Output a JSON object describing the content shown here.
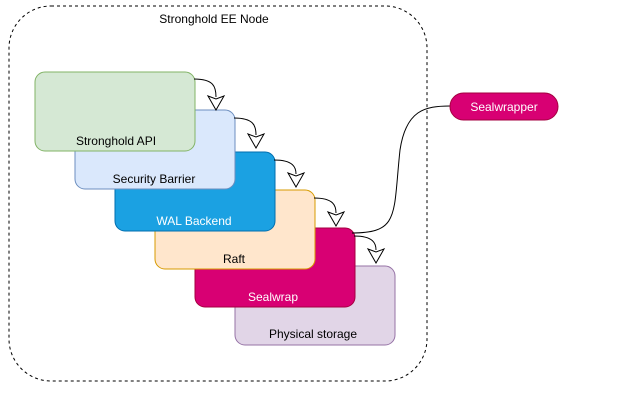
{
  "container": {
    "title": "Stronghold EE Node"
  },
  "layers": [
    {
      "label": "Stronghold API",
      "fill": "#d5e8d4",
      "stroke": "#82b366",
      "text_color": "#000000"
    },
    {
      "label": "Security Barrier",
      "fill": "#dae8fc",
      "stroke": "#6c8ebf",
      "text_color": "#000000"
    },
    {
      "label": "WAL Backend",
      "fill": "#1ba1e2",
      "stroke": "#006eaf",
      "text_color": "#ffffff"
    },
    {
      "label": "Raft",
      "fill": "#ffe6cc",
      "stroke": "#d79b00",
      "text_color": "#000000"
    },
    {
      "label": "Sealwrap",
      "fill": "#d80073",
      "stroke": "#a50040",
      "text_color": "#ffffff"
    },
    {
      "label": "Physical storage",
      "fill": "#e1d5e7",
      "stroke": "#9673a6",
      "text_color": "#000000"
    }
  ],
  "external": {
    "label": "Sealwrapper",
    "fill": "#d80073",
    "stroke": "#a50040",
    "text_color": "#ffffff"
  },
  "connections": [
    {
      "from": "Stronghold API",
      "to": "Security Barrier"
    },
    {
      "from": "Security Barrier",
      "to": "WAL Backend"
    },
    {
      "from": "WAL Backend",
      "to": "Raft"
    },
    {
      "from": "Raft",
      "to": "Sealwrap"
    },
    {
      "from": "Sealwrap",
      "to": "Physical storage"
    },
    {
      "from": "Sealwrap",
      "to": "Sealwrapper"
    }
  ]
}
